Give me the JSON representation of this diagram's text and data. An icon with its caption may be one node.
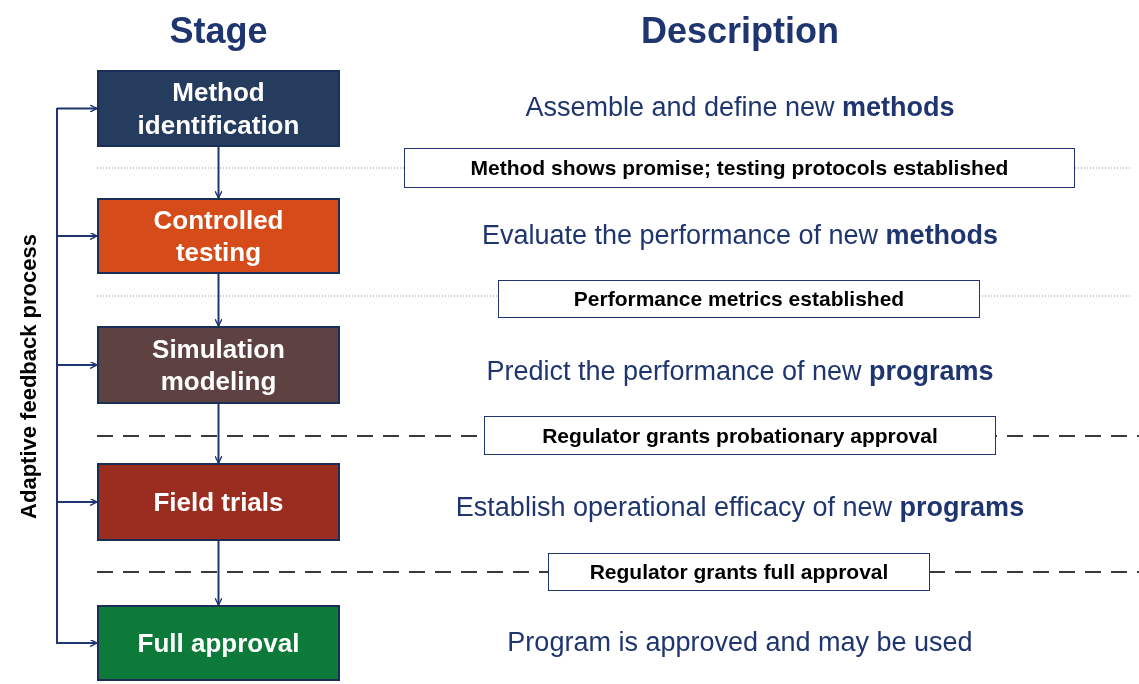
{
  "diagram": {
    "nodes": [
      {
        "text": [
          "Method identification"
        ]
      },
      {
        "text": [
          "Controlled testing"
        ]
      },
      {
        "text": [
          "Simulation modeling"
        ]
      },
      {
        "text": [
          "Field trials"
        ]
      },
      {
        "text": [
          "Full approval"
        ]
      },
      {
        "text": [
          "Method shows promise; testing protocols established"
        ]
      },
      {
        "text": [
          "Performance metrics established"
        ]
      },
      {
        "text": [
          "Regulator grants probationary approval"
        ]
      },
      {
        "text": [
          "Regulator grants full approval"
        ]
      }
    ],
    "edges": [
      {
        "from": 0,
        "to": 1,
        "arrow": "to"
      },
      {
        "from": 1,
        "to": 2,
        "arrow": "to"
      },
      {
        "from": 2,
        "to": 3,
        "arrow": "to"
      },
      {
        "from": 3,
        "to": 4,
        "arrow": "to"
      },
      {
        "from": null,
        "to": 0,
        "arrow": "to"
      },
      {
        "from": null,
        "to": 1,
        "arrow": "to"
      },
      {
        "from": null,
        "to": 2,
        "arrow": "to"
      },
      {
        "from": null,
        "to": 3,
        "arrow": "to"
      },
      {
        "from": null,
        "to": 4,
        "arrow": "to"
      }
    ],
    "labels": [
      "Stage",
      "Description",
      "Adaptive feedback process",
      "Assemble and define new **methods**",
      "Evaluate the performance of new **methods**",
      "Predict the performance of new **programs**",
      "Establish operational efficacy of new **programs**",
      "Program is approved and may be used"
    ]
  }
}
